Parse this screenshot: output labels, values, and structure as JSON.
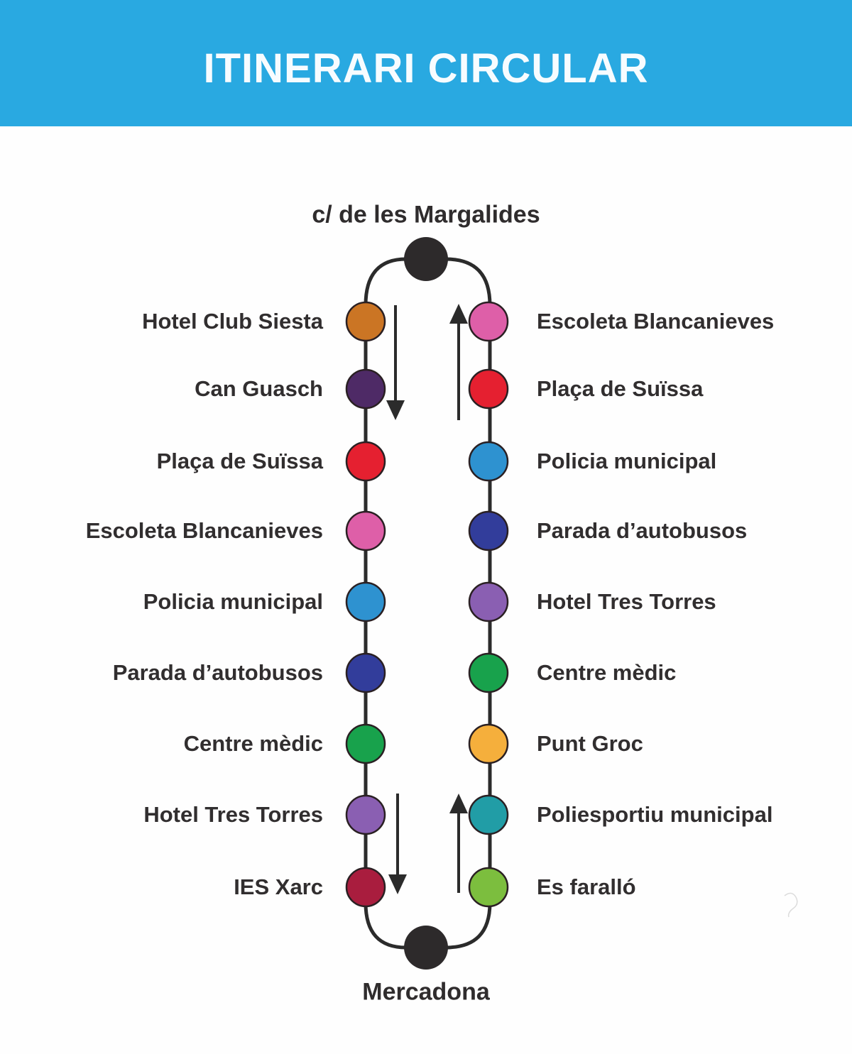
{
  "header": {
    "title": "ITINERARI CIRCULAR"
  },
  "colors": {
    "header_bg": "#29A9E1",
    "header_text": "#F7FCFF",
    "route_line": "#2B2B2B",
    "arrow": "#2B2B2B",
    "dot_outline": "#2A2023",
    "terminal_dot": "#2D2A2B",
    "label_text": "#312E2F"
  },
  "diagram": {
    "top_terminal": {
      "label": "c/ de les Margalides"
    },
    "bottom_terminal": {
      "label": "Mercadona"
    },
    "left_column": {
      "direction": "down",
      "stops": [
        {
          "label": "Hotel Club Siesta",
          "color": "#CB7524"
        },
        {
          "label": "Can Guasch",
          "color": "#4E2A66"
        },
        {
          "label": "Plaça de Suïssa",
          "color": "#E52030"
        },
        {
          "label": "Escoleta Blancanieves",
          "color": "#DE5FA8"
        },
        {
          "label": "Policia municipal",
          "color": "#2E92D0"
        },
        {
          "label": "Parada d’autobusos",
          "color": "#323D9B"
        },
        {
          "label": "Centre mèdic",
          "color": "#18A24C"
        },
        {
          "label": "Hotel Tres Torres",
          "color": "#8A5FB2"
        },
        {
          "label": "IES Xarc",
          "color": "#A91D3E"
        }
      ]
    },
    "right_column": {
      "direction": "up",
      "stops": [
        {
          "label": "Escoleta Blancanieves",
          "color": "#DE5FA8"
        },
        {
          "label": "Plaça de Suïssa",
          "color": "#E52030"
        },
        {
          "label": "Policia municipal",
          "color": "#2E92D0"
        },
        {
          "label": "Parada d’autobusos",
          "color": "#323D9B"
        },
        {
          "label": "Hotel Tres Torres",
          "color": "#8A5FB2"
        },
        {
          "label": "Centre mèdic",
          "color": "#18A24C"
        },
        {
          "label": "Punt Groc",
          "color": "#F5AF3C"
        },
        {
          "label": "Poliesportiu municipal",
          "color": "#219DA6"
        },
        {
          "label": "Es faralló",
          "color": "#7CBE3E"
        }
      ]
    }
  }
}
